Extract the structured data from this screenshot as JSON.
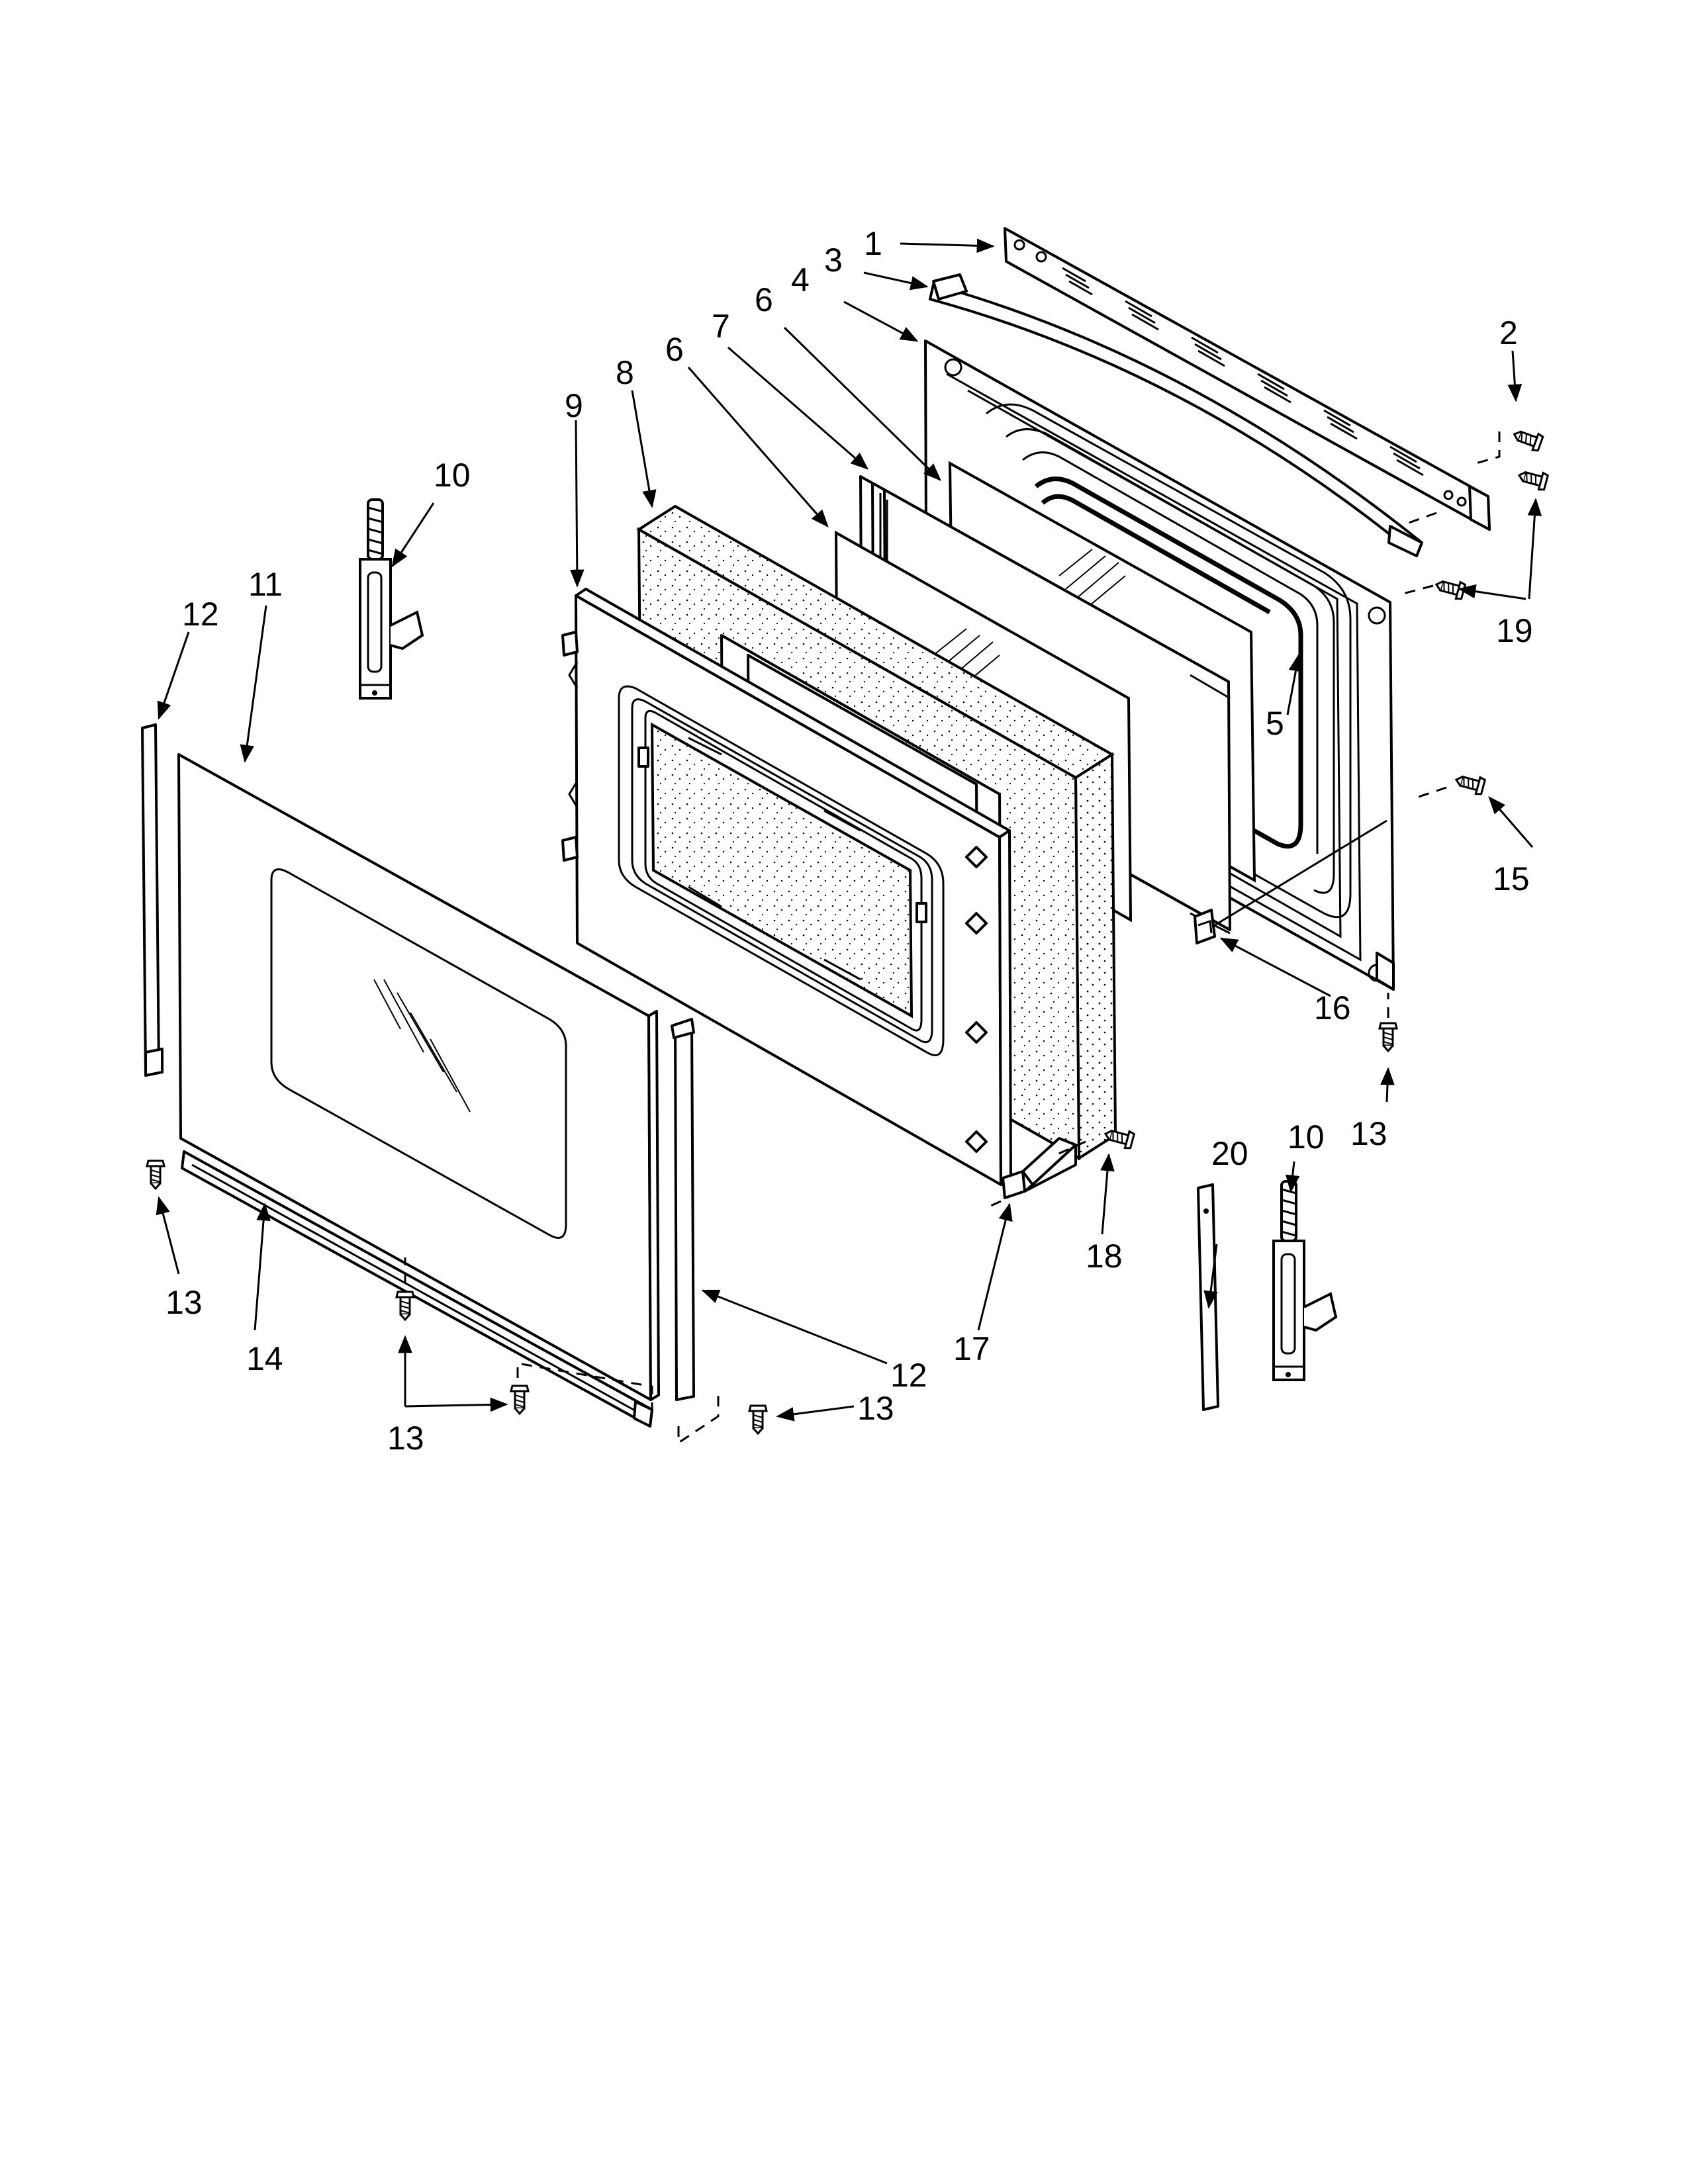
{
  "callouts": {
    "c1": "1",
    "c2": "2",
    "c3": "3",
    "c4": "4",
    "c5": "5",
    "c6a": "6",
    "c6b": "6",
    "c7": "7",
    "c8": "8",
    "c9": "9",
    "c10a": "10",
    "c10b": "10",
    "c11": "11",
    "c12a": "12",
    "c12b": "12",
    "c13a": "13",
    "c13b": "13",
    "c13c": "13",
    "c13d": "13",
    "c14": "14",
    "c15": "15",
    "c16": "16",
    "c17": "17",
    "c18": "18",
    "c19": "19",
    "c20": "20"
  }
}
